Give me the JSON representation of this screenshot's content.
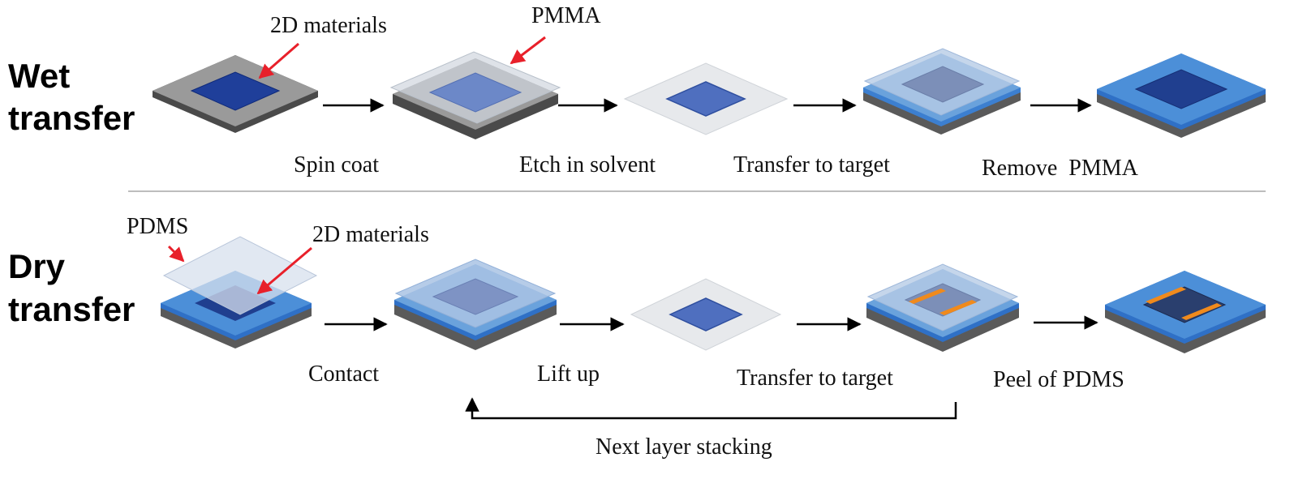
{
  "wet": {
    "title_line1": "Wet",
    "title_line2": "transfer",
    "callouts": {
      "materials": "2D materials",
      "pmma": "PMMA"
    },
    "steps": [
      "Spin coat",
      "Etch in solvent",
      "Transfer to target",
      "Remove  PMMA"
    ]
  },
  "dry": {
    "title_line1": "Dry",
    "title_line2": "transfer",
    "callouts": {
      "pdms": "PDMS",
      "materials": "2D materials"
    },
    "steps": [
      "Contact",
      "Lift up",
      "Transfer to target",
      "Peel of PDMS"
    ],
    "loop_label": "Next layer stacking"
  },
  "colors": {
    "substrate_gray": "#8c8c8c",
    "substrate_blue": "#3c7fd0",
    "material_blue": "#1f3f9a",
    "pmma": "#c9d9ee",
    "pdms": "#d7e0ee",
    "electrode": "#f08a1c",
    "arrow_red": "#e8202a"
  }
}
